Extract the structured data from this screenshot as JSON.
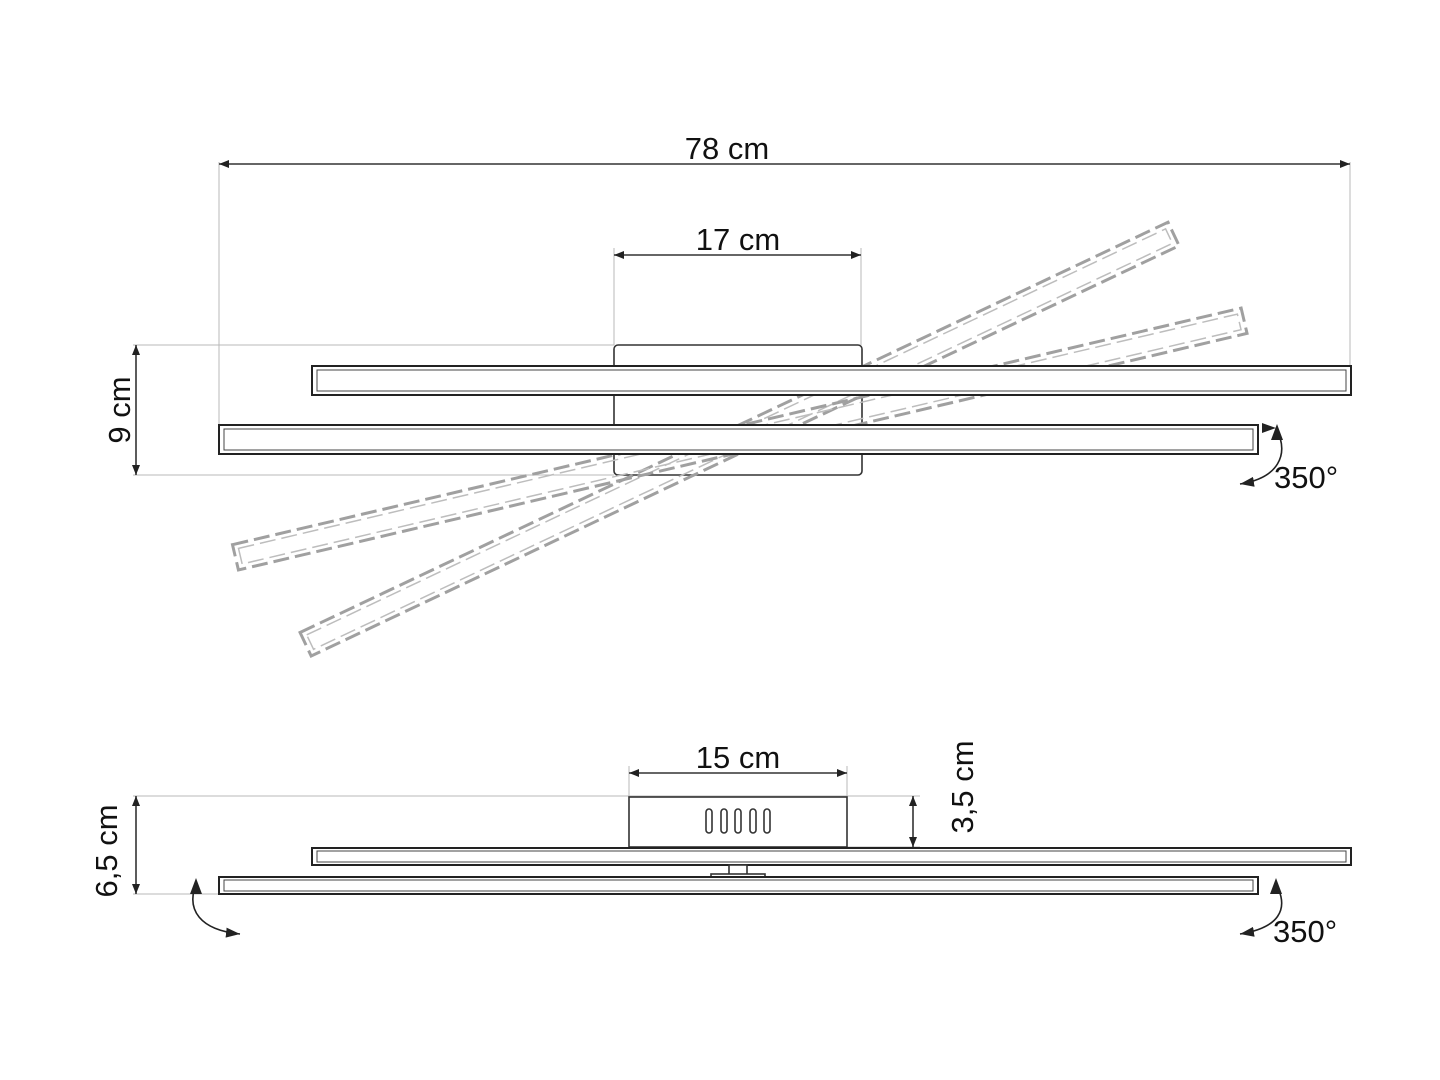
{
  "top_view": {
    "overall_width_label": "78 cm",
    "canopy_width_label": "17 cm",
    "height_label": "9 cm",
    "rotation_label": "350°"
  },
  "side_view": {
    "canopy_width_label": "15 cm",
    "canopy_height_label": "3,5 cm",
    "total_height_label": "6,5 cm",
    "rotation_label": "350°"
  }
}
